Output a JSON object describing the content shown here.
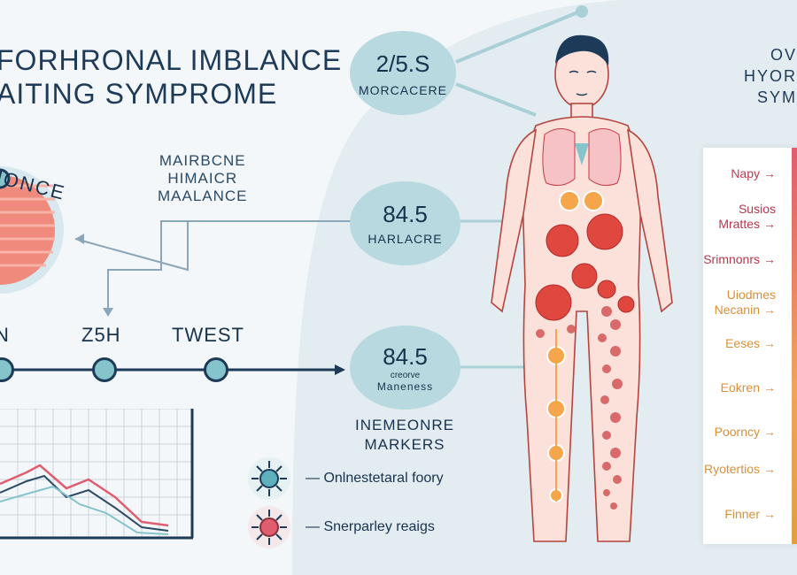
{
  "title": {
    "line1": "FORHRONAL IMBLANCE",
    "line2": "AITING SYMPROME"
  },
  "gauge": {
    "label": "HONCE"
  },
  "subtitle": {
    "lines": [
      "MAIRBCNE",
      "HIMAICR",
      "MAALANCE"
    ]
  },
  "bubbles": [
    {
      "value": "2/5.S",
      "label": "MORCACERE"
    },
    {
      "value": "84.5",
      "label": "HARLACRE"
    },
    {
      "value": "84.5",
      "small": "creorve",
      "label": "Maneness"
    }
  ],
  "timeline": {
    "labels": [
      "N",
      "Z5H",
      "TWEST"
    ]
  },
  "markers": {
    "title_line1": "INEMEONRE",
    "title_line2": "MARKERS"
  },
  "legend": [
    {
      "icon": "virus-teal-icon",
      "text": "Onlnestetaral foory"
    },
    {
      "icon": "virus-red-icon",
      "text": "Snerparley reaigs"
    }
  ],
  "right_title": {
    "lines": [
      "OV",
      "HYOR",
      "SYM"
    ]
  },
  "symptoms": [
    {
      "text": "Napy",
      "color": "#c0394f"
    },
    {
      "text": "Susios\nMrattes",
      "color": "#b8364d"
    },
    {
      "text": "Srimnonrs",
      "color": "#b8364d"
    },
    {
      "text": "Uiodmes\nNecanin",
      "color": "#d9903a"
    },
    {
      "text": "Eeses",
      "color": "#d9903a"
    },
    {
      "text": "Eokren",
      "color": "#d9903a"
    },
    {
      "text": "Poorncy",
      "color": "#d9903a"
    },
    {
      "text": "Ryotertios",
      "color": "#d9903a"
    },
    {
      "text": "Finner",
      "color": "#d9903a"
    }
  ],
  "colors": {
    "accent": "#86c4cc",
    "navy": "#1d3a58",
    "red": "#e05d6f",
    "orange": "#f0a45a",
    "bubble": "#b8d9df"
  }
}
